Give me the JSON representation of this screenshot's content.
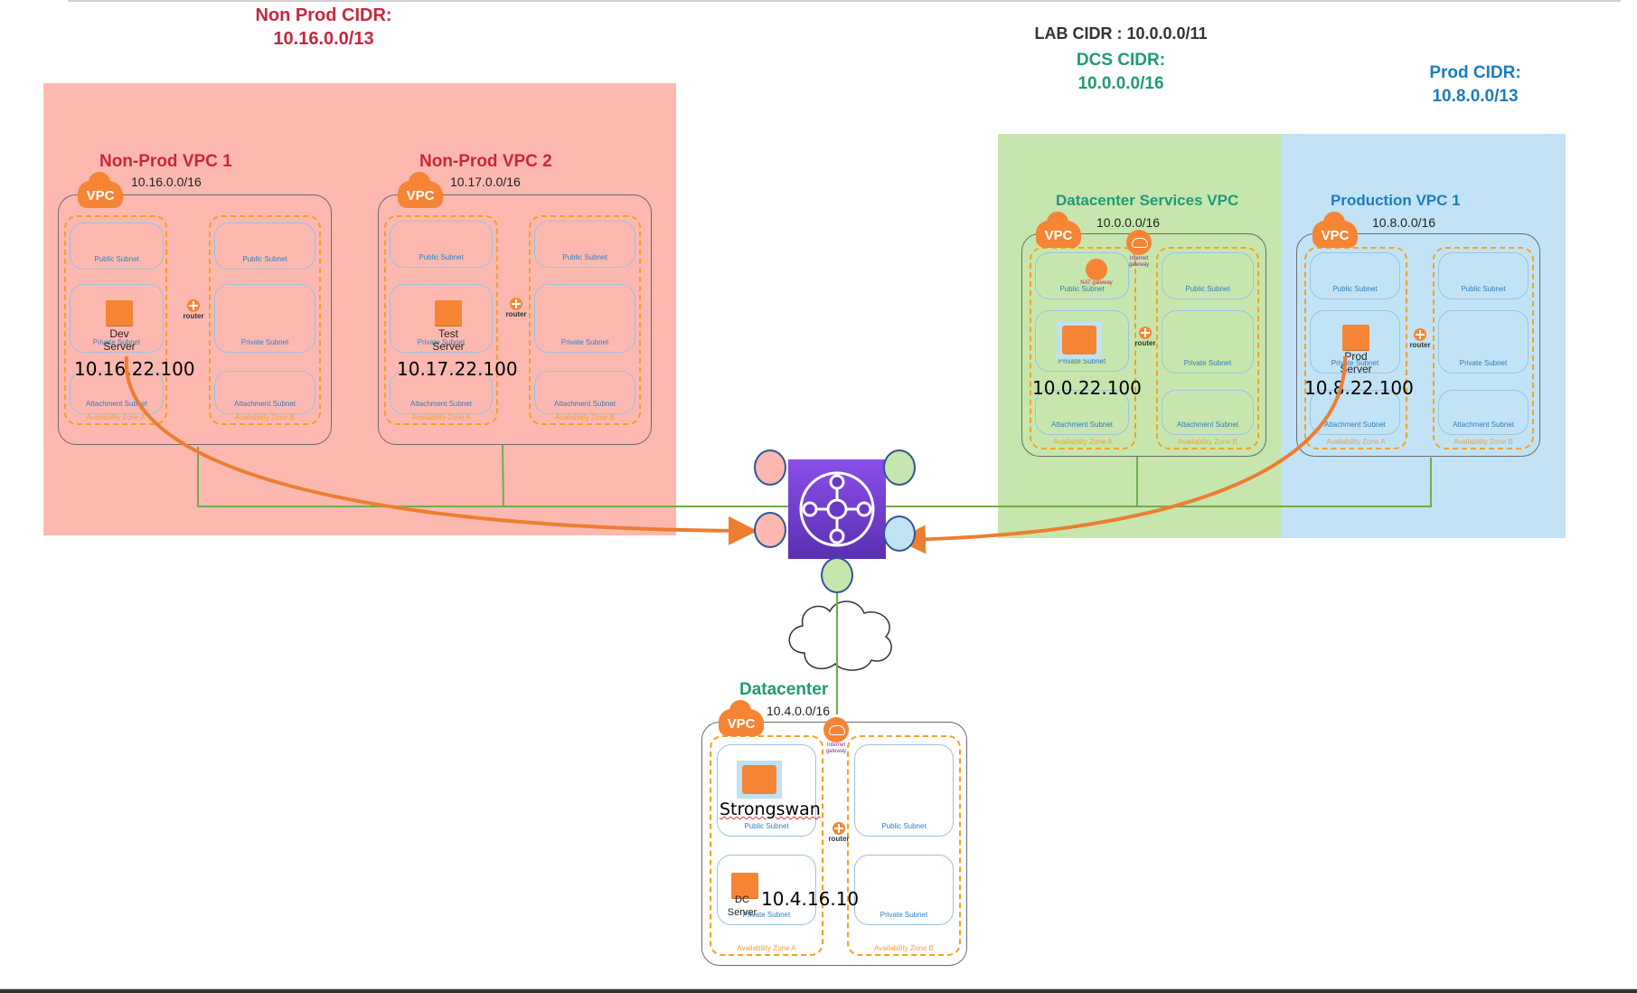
{
  "lab_cidr": "LAB CIDR : 10.0.0.0/11",
  "nonprod_cidr": {
    "label": "Non Prod CIDR:",
    "value": "10.16.0.0/13",
    "color": "#c7283a",
    "region_color": "#fdb9b0"
  },
  "dcs_cidr": {
    "label": "DCS CIDR:",
    "value": "10.0.0.0/16",
    "color": "#1f9a77",
    "region_color": "#c6e6ad"
  },
  "prod_cidr": {
    "label": "Prod CIDR:",
    "value": "10.8.0.0/13",
    "color": "#1b7dbc",
    "region_color": "#c1e3f5"
  },
  "vpc_badge": "VPC",
  "labels": {
    "public_subnet": "Public Subnet",
    "private_subnet": "Private Subnet",
    "attachment_subnet": "Attachment Subnet",
    "az_a": "Availability Zone A",
    "az_b": "Availability Zone B",
    "router": "router",
    "internet_gateway": "Internet gateway",
    "nat_gateway": "NAT gateway"
  },
  "vpcs": [
    {
      "title": "Non-Prod VPC 1",
      "cidr": "10.16.0.0/16",
      "server": "Dev Server",
      "ip": "10.16.22.100"
    },
    {
      "title": "Non-Prod VPC 2",
      "cidr": "10.17.0.0/16",
      "server": "Test Server",
      "ip": "10.17.22.100"
    },
    {
      "title": "Datacenter Services VPC",
      "cidr": "10.0.0.0/16",
      "server": "",
      "ip": "10.0.22.100"
    },
    {
      "title": "Production VPC 1",
      "cidr": "10.8.0.0/16",
      "server": "Prod Server",
      "ip": "10.8.22.100"
    }
  ],
  "datacenter": {
    "title": "Datacenter",
    "cidr": "10.4.0.0/16",
    "vpn_server": "Strongswan",
    "server": "DC Server",
    "ip": "10.4.16.10"
  },
  "transit_gateway": {
    "icon": "transit-gateway-icon",
    "color": "#7a3fd6"
  },
  "colors": {
    "orange": "#f58534",
    "green_line": "#70ad47",
    "arrow": "#ed7d31"
  }
}
